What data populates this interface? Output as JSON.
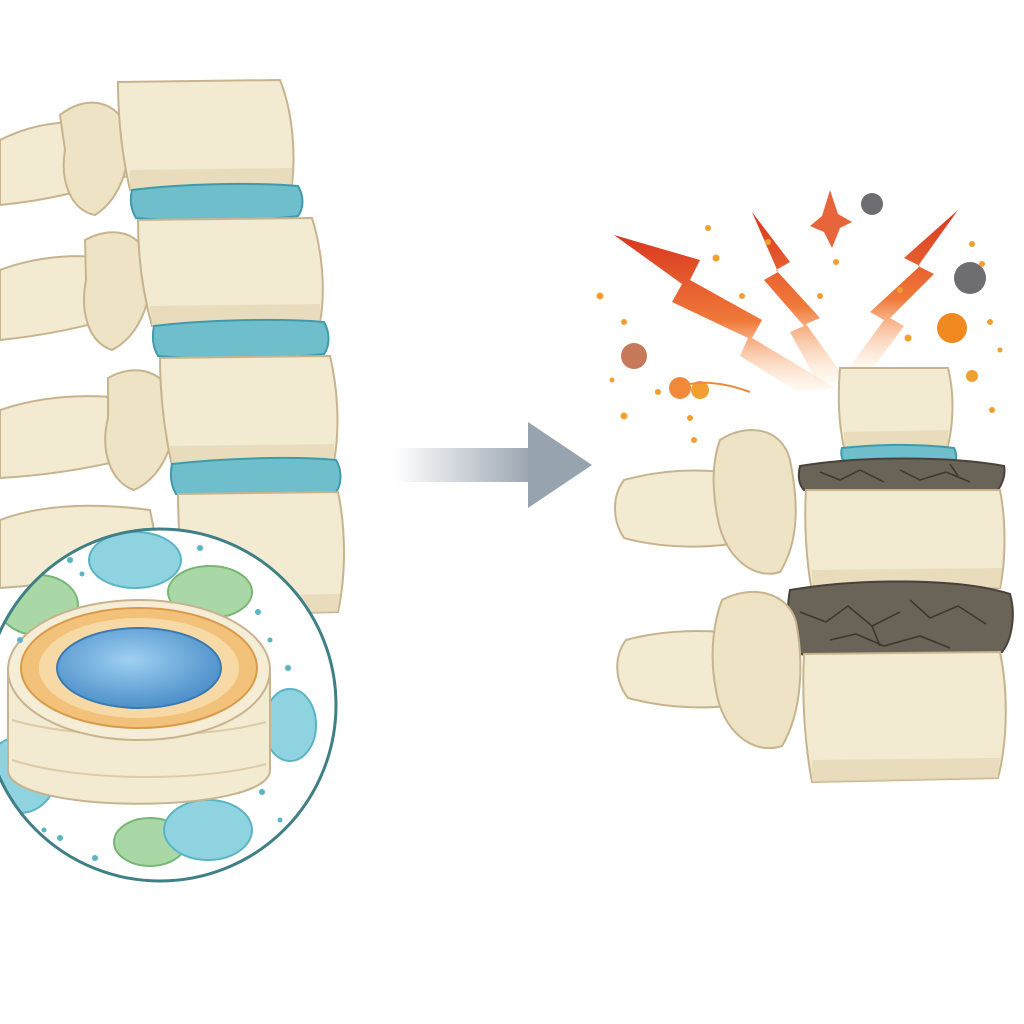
{
  "scene": {
    "healthy_spine": {
      "icon": "healthy-spine-icon",
      "vertebrae": 4,
      "discs": 3
    },
    "inset": {
      "icon": "magnifier-inset-icon",
      "subject": "healthy-disc"
    },
    "transition": {
      "icon": "arrow-right-icon"
    },
    "degenerated_spine": {
      "icon": "degenerated-spine-icon",
      "discs": 2
    },
    "pain_burst": {
      "icon": "pain-lightning-icon",
      "bolts": 4
    }
  },
  "colors": {
    "bone": "#f3ead2",
    "bone_shadow": "#e3d5b3",
    "bone_outline": "#c7b48e",
    "healthy_disc": "#6fbecb",
    "healthy_disc_dark": "#3f9aab",
    "nucleus": "#6aa9dc",
    "annulus": "#f2c27a",
    "cell_blue": "#8fd3e0",
    "cell_green": "#a9d8a6",
    "inset_ring": "#3f7f86",
    "arrow": "#97a3ae",
    "damaged_disc": "#6a6358",
    "damaged_disc_dark": "#48423a",
    "pain_red": "#e14b2f",
    "pain_orange": "#f08a3a",
    "particle_gray": "#7c7c80"
  }
}
